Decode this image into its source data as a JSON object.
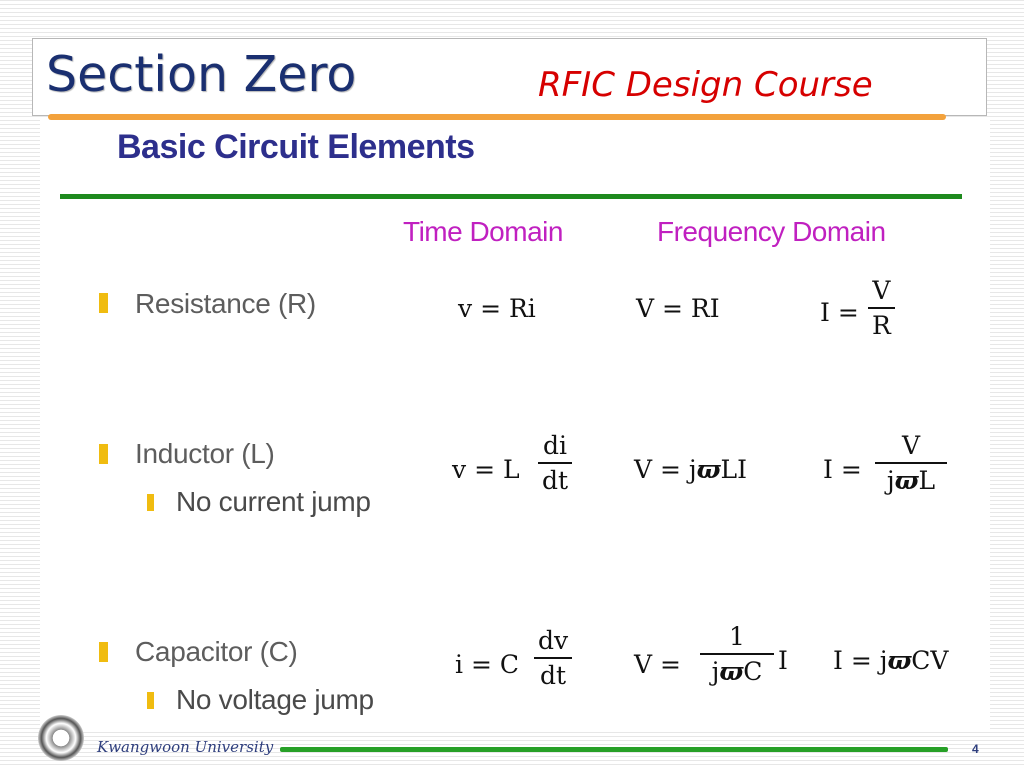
{
  "slide": {
    "title": "Section Zero",
    "course": "RFIC Design Course",
    "subtitle": "Basic Circuit Elements",
    "columns": {
      "time": "Time Domain",
      "freq": "Frequency Domain"
    },
    "rows": {
      "resistance": {
        "label": "Resistance (R)",
        "time_eq": "v = Ri",
        "freq_eq1": "V = RI",
        "freq_eq2": {
          "prefix": "I =",
          "num": "V",
          "den": "R"
        }
      },
      "inductor": {
        "label": "Inductor (L)",
        "sub": "No current jump",
        "time_eq": {
          "prefix": "v = L",
          "num": "di",
          "den": "dt"
        },
        "freq_eq1": {
          "a": "V = j",
          "omega": "ϖ",
          "b": "LI"
        },
        "freq_eq2": {
          "prefix": "I =",
          "num": "V",
          "den_a": "j",
          "omega": "ϖ",
          "den_b": "L"
        }
      },
      "capacitor": {
        "label": "Capacitor (C)",
        "sub": "No voltage jump",
        "time_eq": {
          "prefix": "i = C",
          "num": "dv",
          "den": "dt"
        },
        "freq_eq1": {
          "prefix": "V =",
          "num": "1",
          "den_a": "j",
          "omega": "ϖ",
          "den_b": "C",
          "suffix": "I"
        },
        "freq_eq2": {
          "a": "I = j",
          "omega": "ϖ",
          "b": "CV"
        }
      }
    },
    "footer": {
      "university": "Kwangwoon University",
      "page": "4"
    },
    "colors": {
      "title": "#1a2f70",
      "course": "#d60000",
      "subtitle": "#2d2f8c",
      "column_header": "#c020c0",
      "bullet": "#f0bc10",
      "green_rule": "#1e8a1e",
      "orange_rule": "#f3a23c"
    }
  }
}
